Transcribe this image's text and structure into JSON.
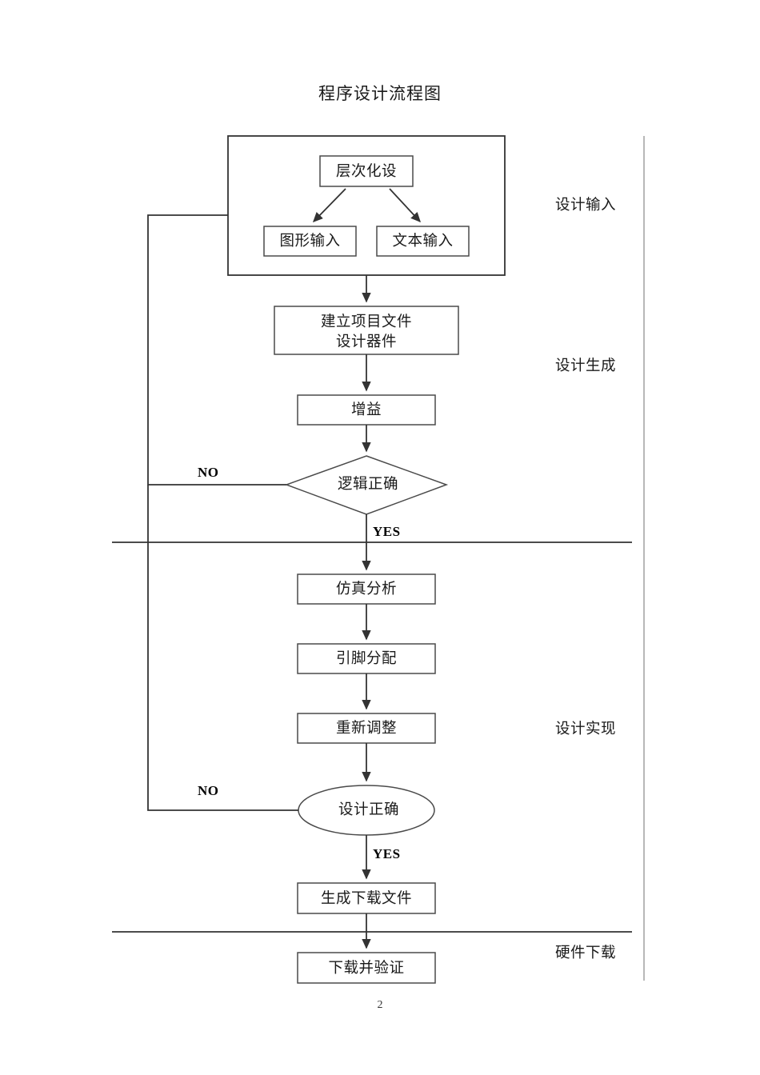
{
  "document": {
    "title": "程序设计流程图",
    "page_number": "2"
  },
  "colors": {
    "stroke": "#333333",
    "box_border": "#4a4a4a",
    "text": "#1a1a1a",
    "background": "#ffffff"
  },
  "nodes": {
    "hierarchical_design": "层次化设",
    "graphic_input": "图形输入",
    "text_input": "文本输入",
    "create_project_line1": "建立项目文件",
    "create_project_line2": "设计器件",
    "gain": "增益",
    "logic_correct": "逻辑正确",
    "simulation_analysis": "仿真分析",
    "pin_assignment": "引脚分配",
    "readjust": "重新调整",
    "design_correct": "设计正确",
    "generate_download_file": "生成下载文件",
    "download_and_verify": "下载并验证"
  },
  "branches": {
    "logic_no": "NO",
    "logic_yes": "YES",
    "design_no": "NO",
    "design_yes": "YES"
  },
  "stages": {
    "design_input": "设计输入",
    "design_generation": "设计生成",
    "design_implementation": "设计实现",
    "hardware_download": "硬件下载"
  }
}
